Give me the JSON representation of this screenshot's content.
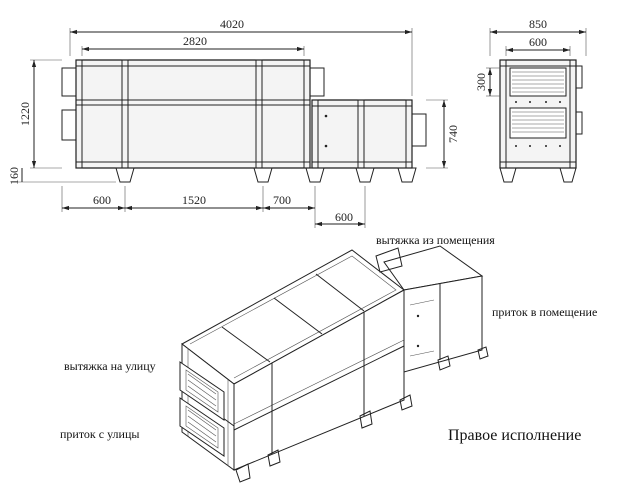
{
  "dimensions": {
    "overall_length": "4020",
    "main_section_length": "2820",
    "height_total": "1220",
    "support_height": "160",
    "foot_spacing_1": "600",
    "foot_spacing_2": "1520",
    "foot_spacing_3": "700",
    "module_length": "600",
    "module_height": "740",
    "side_width": "850",
    "side_inner_width": "600",
    "grille_height": "300"
  },
  "labels": {
    "exhaust_from_room": "вытяжка из помещения",
    "supply_to_room": "приток в помещение",
    "exhaust_to_street": "вытяжка на улицу",
    "supply_from_street": "приток с улицы",
    "version_title": "Правое исполнение"
  }
}
